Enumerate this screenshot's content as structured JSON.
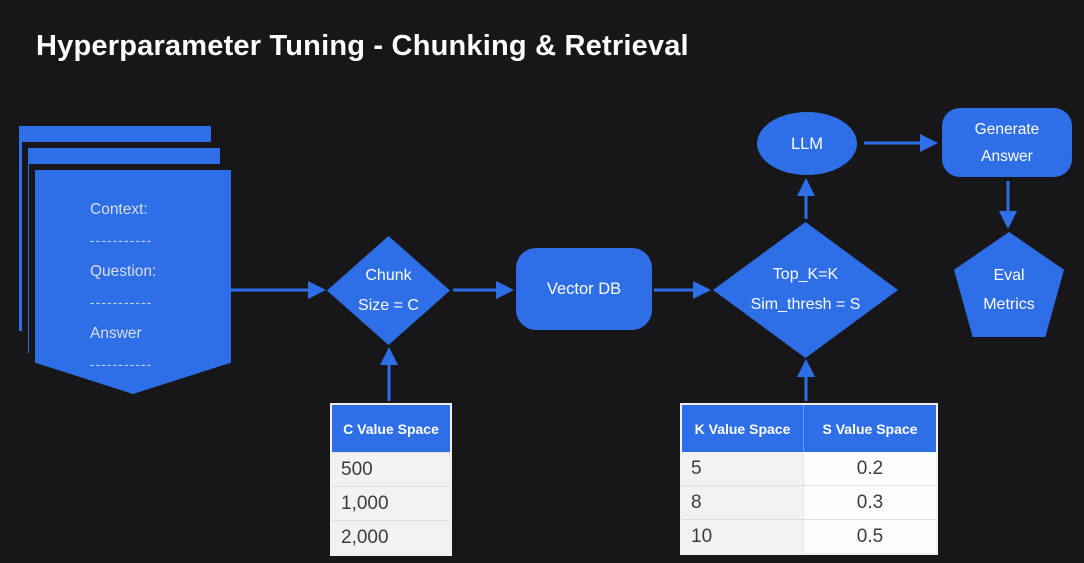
{
  "title": "Hyperparameter Tuning - Chunking & Retrieval",
  "colors": {
    "accent": "#2e6fe8",
    "background": "#17171a",
    "table_header": "#2e6fe8",
    "table_cell": "#f2f2f3"
  },
  "diagram": {
    "document": {
      "lines": [
        "Context:",
        "-----------",
        "Question:",
        "-----------",
        "Answer",
        "-----------"
      ]
    },
    "chunk_diamond": {
      "line1": "Chunk",
      "line2": "Size = C"
    },
    "vector_db_label": "Vector DB",
    "retrieval_diamond": {
      "line1": "Top_K=K",
      "line2": "Sim_thresh = S"
    },
    "llm_label": "LLM",
    "generate_answer": {
      "line1": "Generate",
      "line2": "Answer"
    },
    "eval_metrics": {
      "line1": "Eval",
      "line2": "Metrics"
    }
  },
  "tables": {
    "c": {
      "header": "C Value Space",
      "rows": [
        "500",
        "1,000",
        "2,000"
      ]
    },
    "ks": {
      "k_header": "K Value Space",
      "s_header": "S Value Space",
      "rows": [
        {
          "k": "5",
          "s": "0.2"
        },
        {
          "k": "8",
          "s": "0.3"
        },
        {
          "k": "10",
          "s": "0.5"
        }
      ]
    }
  }
}
